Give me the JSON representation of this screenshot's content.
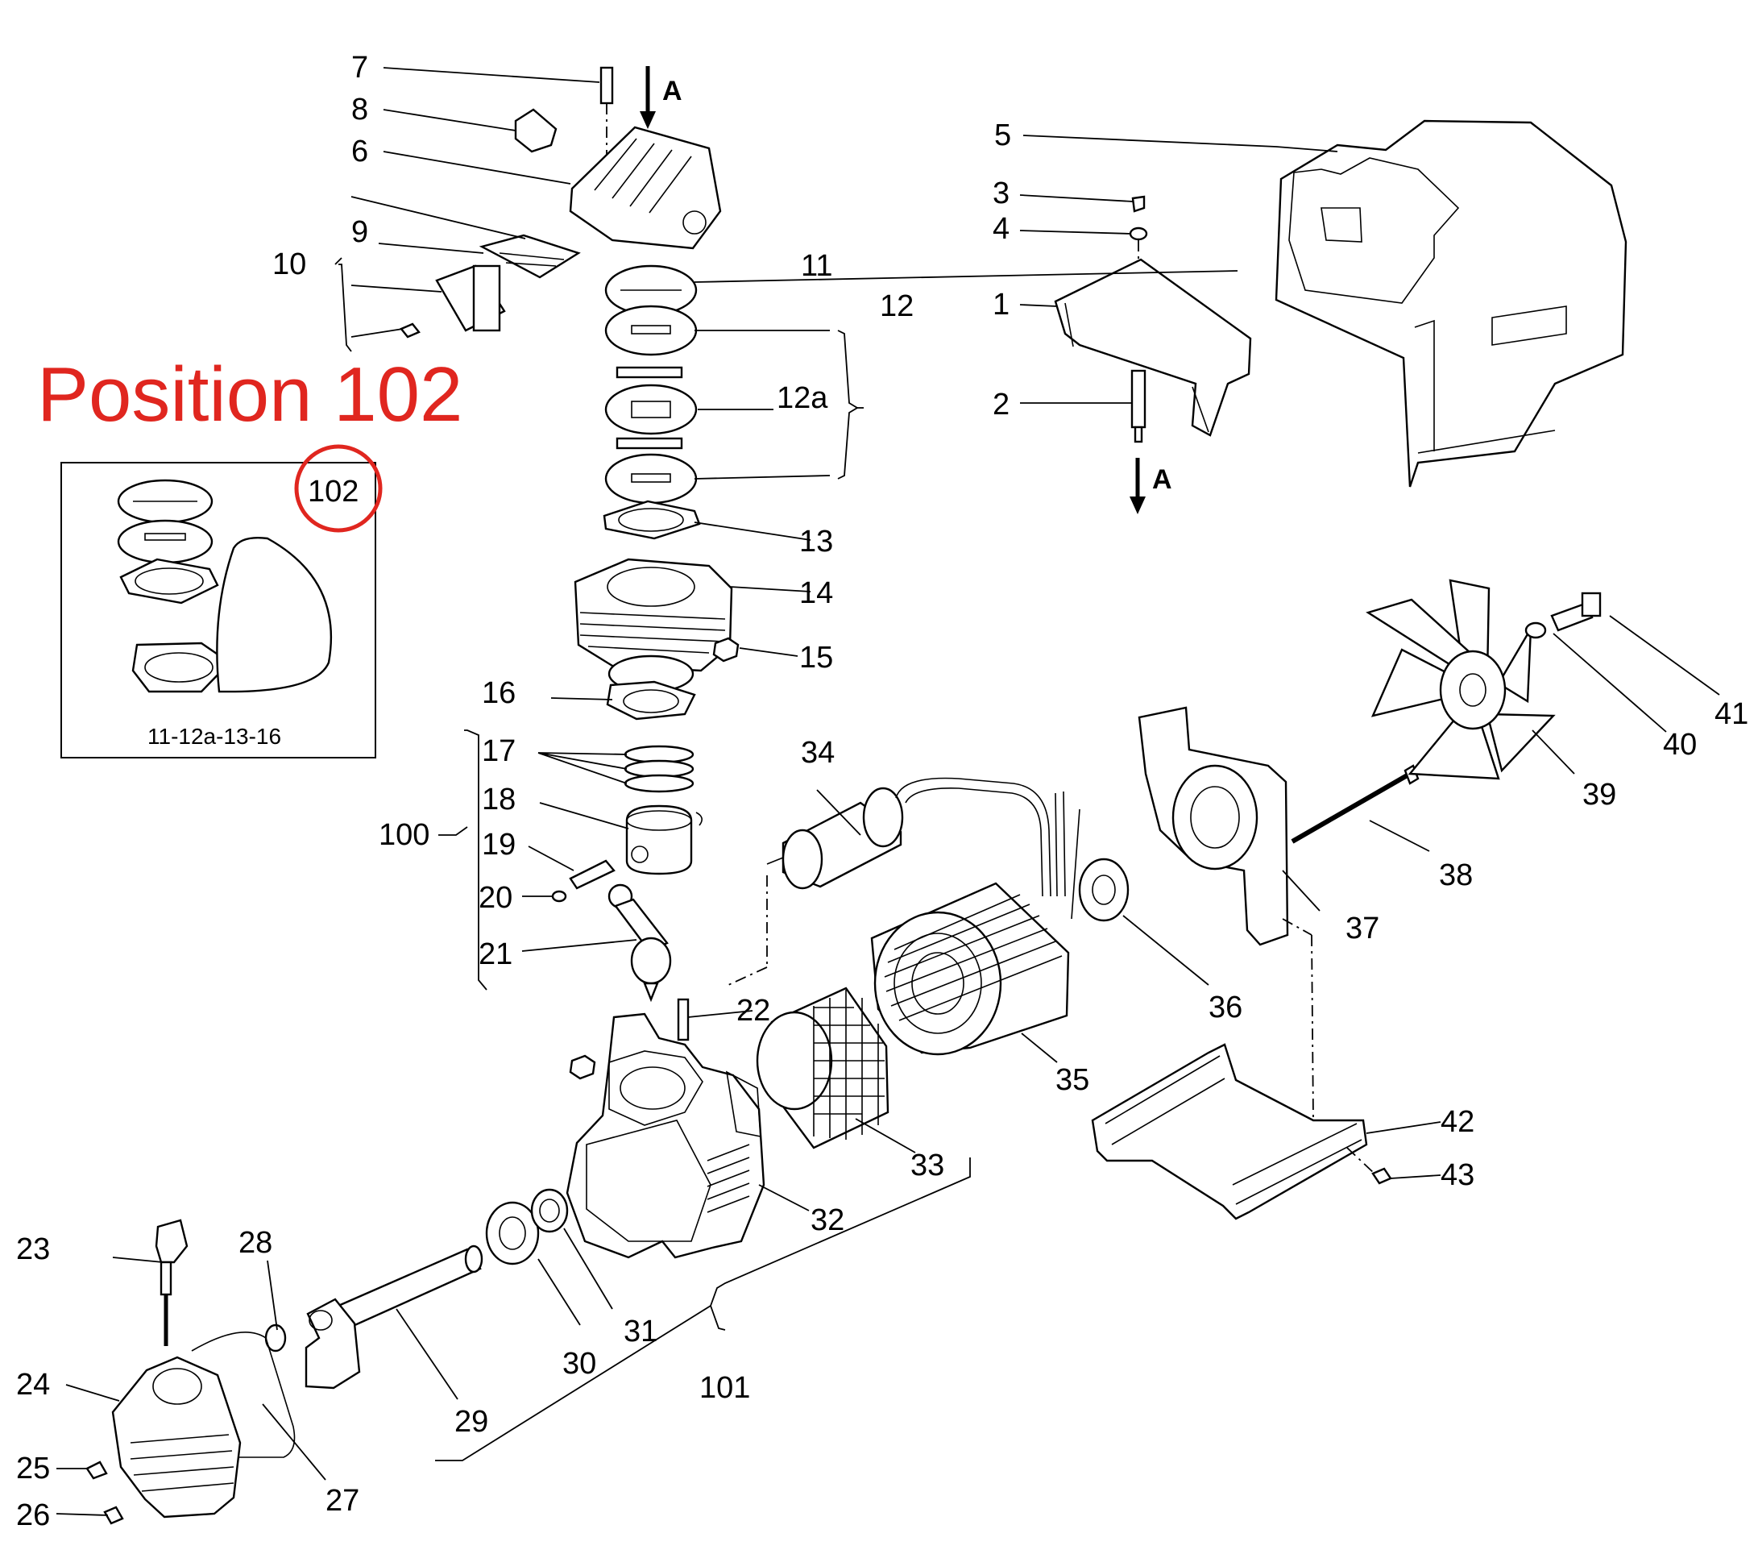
{
  "callout": {
    "title": "Position 102",
    "number": "102",
    "caption": "11-12a-13-16",
    "color": "#e0261f"
  },
  "section_marker": {
    "letter": "A"
  },
  "parts": [
    {
      "id": "1",
      "label": "1"
    },
    {
      "id": "2",
      "label": "2"
    },
    {
      "id": "3",
      "label": "3"
    },
    {
      "id": "4",
      "label": "4"
    },
    {
      "id": "5",
      "label": "5"
    },
    {
      "id": "6",
      "label": "6"
    },
    {
      "id": "7",
      "label": "7"
    },
    {
      "id": "8",
      "label": "8"
    },
    {
      "id": "9",
      "label": "9"
    },
    {
      "id": "10",
      "label": "10"
    },
    {
      "id": "11",
      "label": "11"
    },
    {
      "id": "12",
      "label": "12"
    },
    {
      "id": "12a",
      "label": "12a"
    },
    {
      "id": "13",
      "label": "13"
    },
    {
      "id": "14",
      "label": "14"
    },
    {
      "id": "15",
      "label": "15"
    },
    {
      "id": "16",
      "label": "16"
    },
    {
      "id": "17",
      "label": "17"
    },
    {
      "id": "18",
      "label": "18"
    },
    {
      "id": "19",
      "label": "19"
    },
    {
      "id": "20",
      "label": "20"
    },
    {
      "id": "21",
      "label": "21"
    },
    {
      "id": "22",
      "label": "22"
    },
    {
      "id": "23",
      "label": "23"
    },
    {
      "id": "24",
      "label": "24"
    },
    {
      "id": "25",
      "label": "25"
    },
    {
      "id": "26",
      "label": "26"
    },
    {
      "id": "27",
      "label": "27"
    },
    {
      "id": "28",
      "label": "28"
    },
    {
      "id": "29",
      "label": "29"
    },
    {
      "id": "30",
      "label": "30"
    },
    {
      "id": "31",
      "label": "31"
    },
    {
      "id": "32",
      "label": "32"
    },
    {
      "id": "33",
      "label": "33"
    },
    {
      "id": "34",
      "label": "34"
    },
    {
      "id": "35",
      "label": "35"
    },
    {
      "id": "36",
      "label": "36"
    },
    {
      "id": "37",
      "label": "37"
    },
    {
      "id": "38",
      "label": "38"
    },
    {
      "id": "39",
      "label": "39"
    },
    {
      "id": "40",
      "label": "40"
    },
    {
      "id": "41",
      "label": "41"
    },
    {
      "id": "42",
      "label": "42"
    },
    {
      "id": "43",
      "label": "43"
    },
    {
      "id": "100",
      "label": "100"
    },
    {
      "id": "101",
      "label": "101"
    }
  ]
}
